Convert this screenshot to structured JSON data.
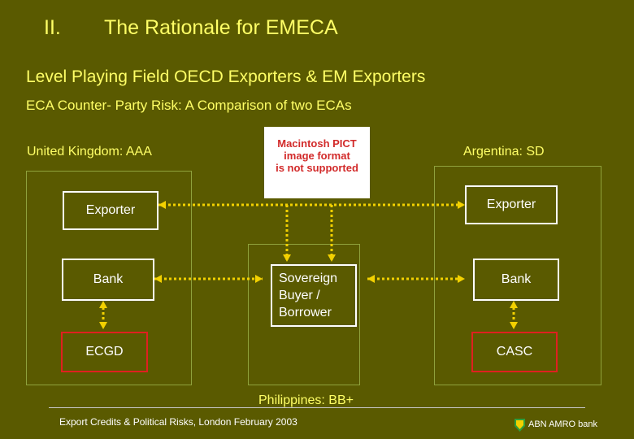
{
  "header": {
    "section_number": "II.",
    "title": "The Rationale for EMECA",
    "heading": "Level Playing Field OECD Exporters & EM Exporters",
    "subheading": "ECA Counter- Party Risk: A Comparison of two ECAs"
  },
  "placeholder_image": {
    "lines": [
      "Macintosh PICT",
      "image format",
      "is not supported"
    ]
  },
  "left_country": {
    "label": "United Kingdom: AAA"
  },
  "right_country": {
    "label": "Argentina: SD"
  },
  "center_country": {
    "label": "Philippines: BB+"
  },
  "left_nodes": {
    "exporter": "Exporter",
    "bank": "Bank",
    "eca": "ECGD"
  },
  "right_nodes": {
    "exporter": "Exporter",
    "bank": "Bank",
    "eca": "CASC"
  },
  "center_node": {
    "lines": [
      "Sovereign",
      "Buyer /",
      "Borrower"
    ]
  },
  "footer": {
    "text": "Export Credits & Political Risks, London February 2003",
    "brand": "ABN AMRO bank"
  },
  "colors": {
    "background": "#5a5a00",
    "title_text": "#ffff66",
    "frame": "#8fa23c",
    "connector": "#f3d100",
    "eca_border": "#e02020",
    "brand_shield": "#2f9e3c"
  }
}
